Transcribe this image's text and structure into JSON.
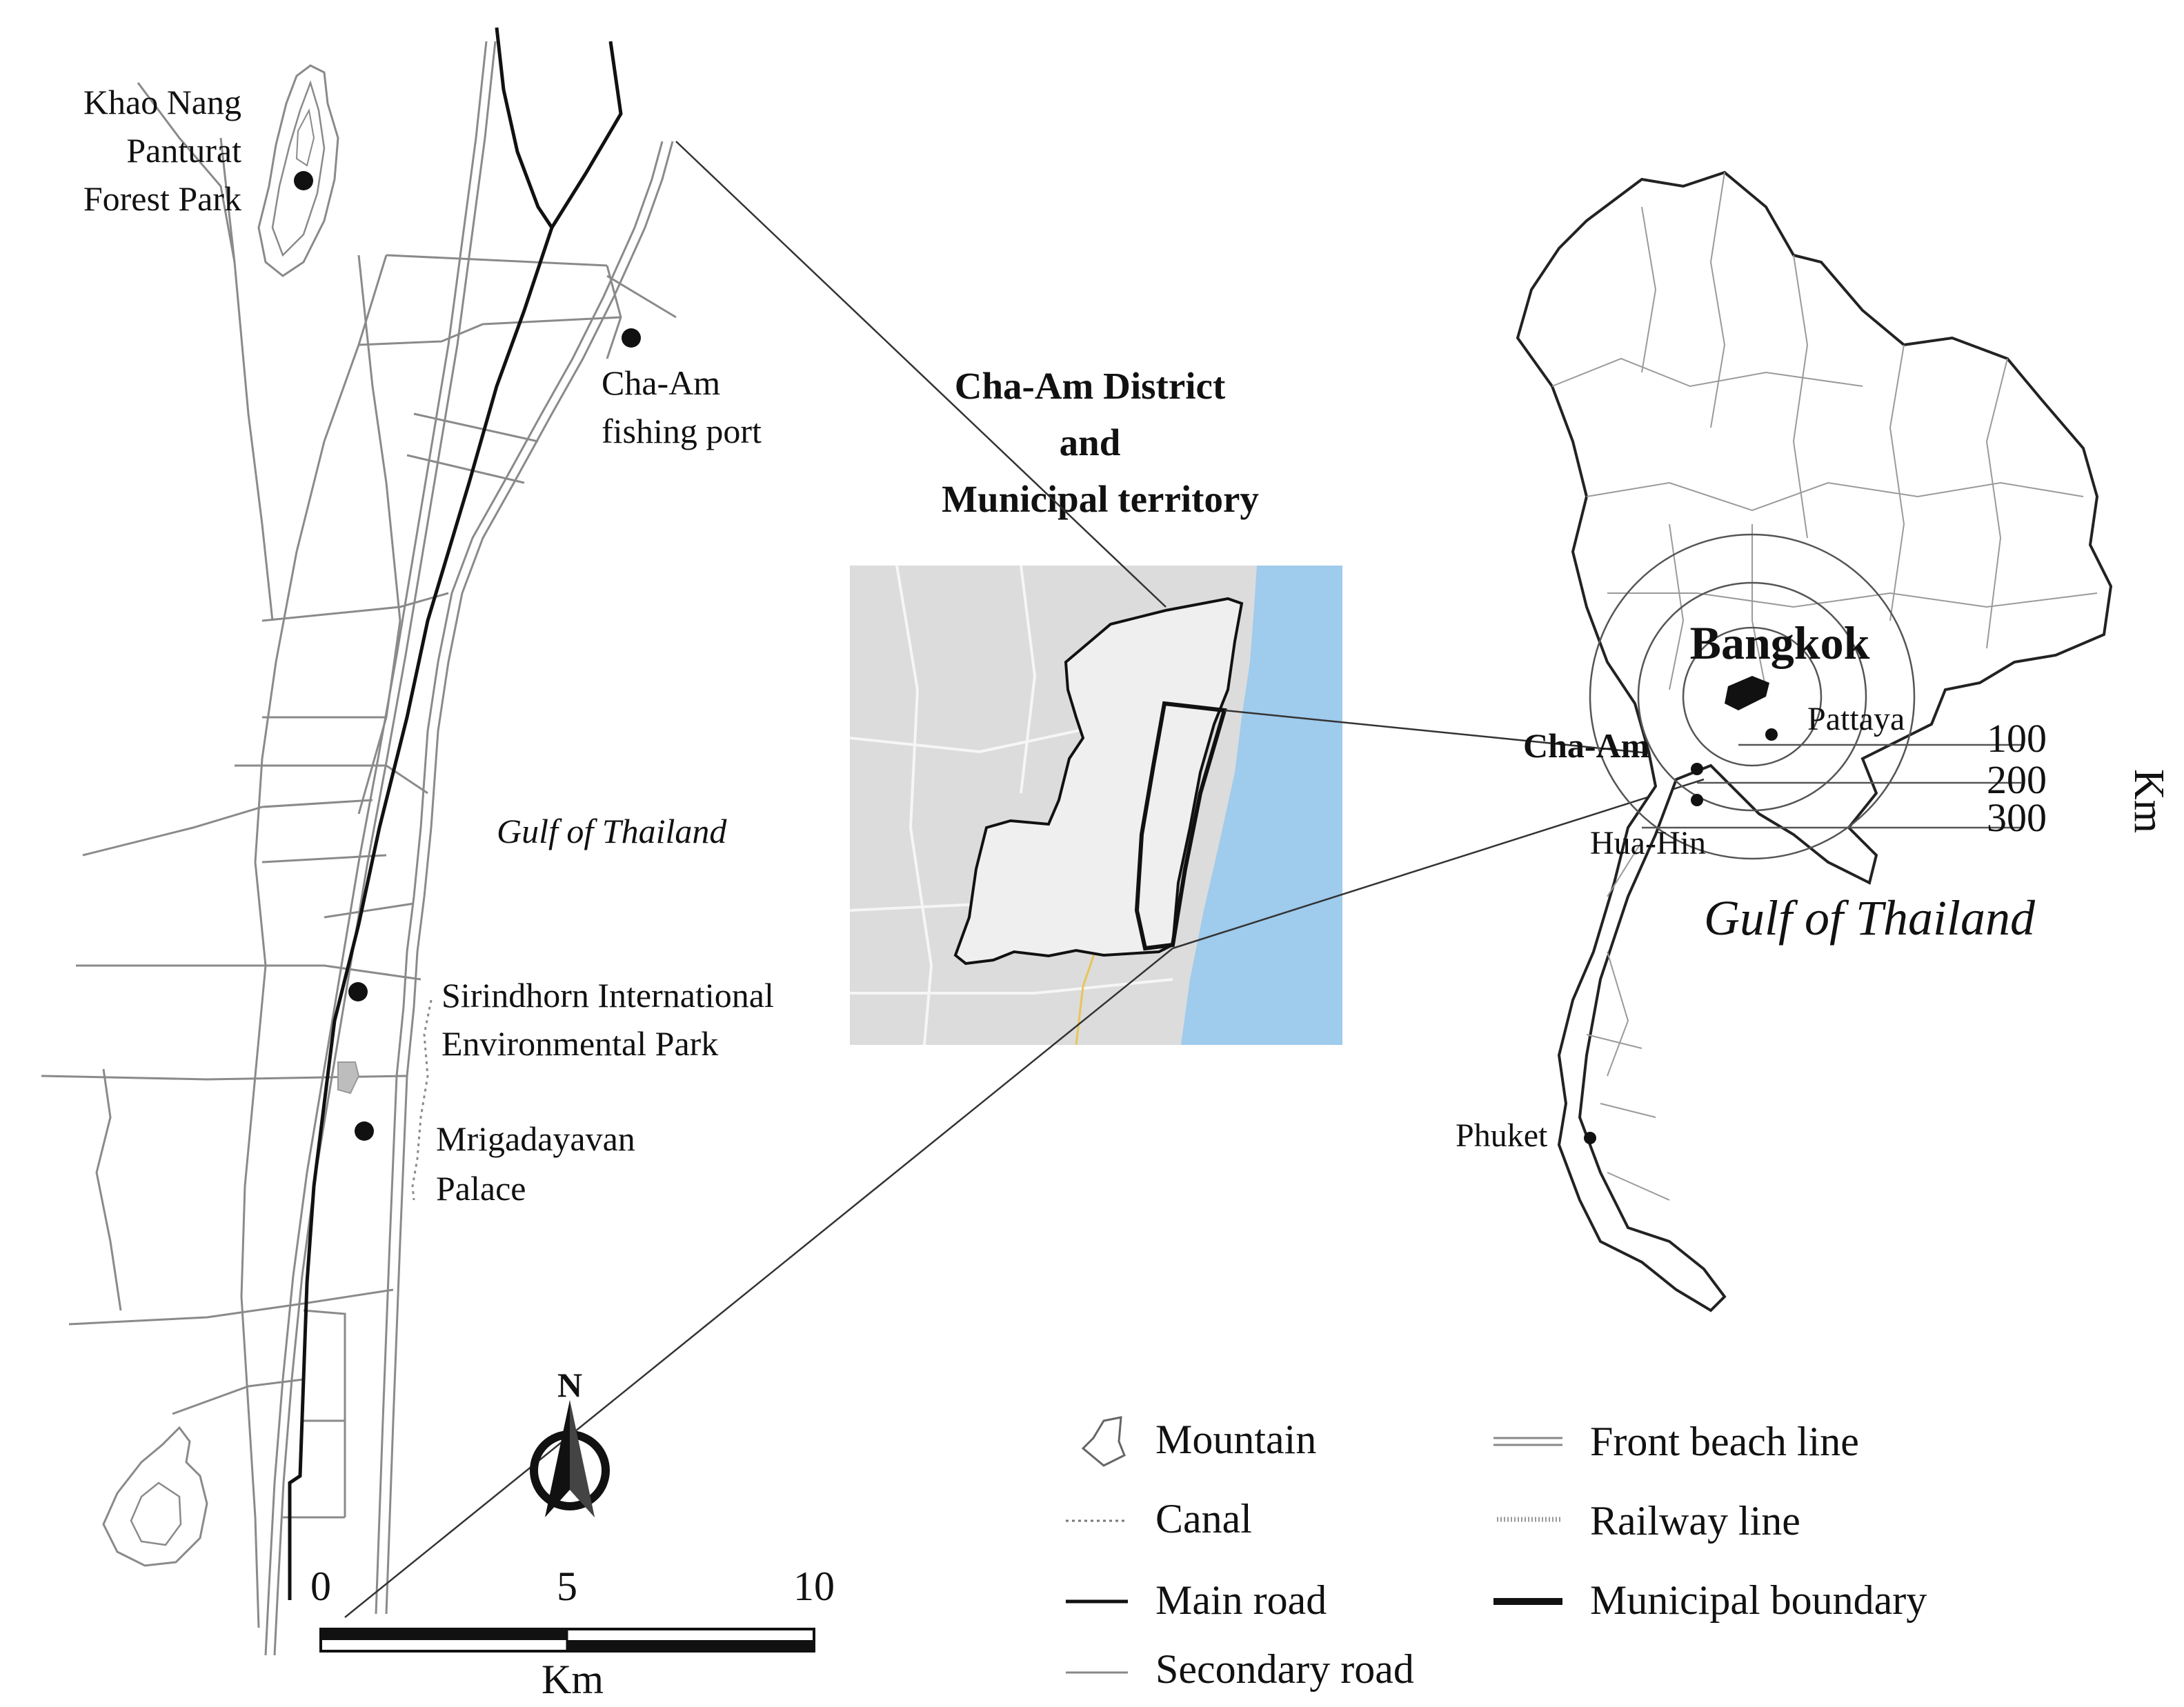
{
  "title": {
    "line1": "Cha-Am District",
    "line2": "and",
    "line3": "Municipal territory"
  },
  "places": {
    "khao_nang": [
      "Khao Nang",
      "Panturat",
      "Forest Park"
    ],
    "fishing_port": [
      "Cha-Am",
      "fishing port"
    ],
    "sirindhorn": [
      "Sirindhorn International",
      "Environmental Park"
    ],
    "mrigadayavan": [
      "Mrigadayavan",
      "Palace"
    ],
    "gulf_local": "Gulf of Thailand"
  },
  "thailand_map": {
    "bangkok": "Bangkok",
    "cha_am": "Cha-Am",
    "pattaya": "Pattaya",
    "hua_hin": "Hua-Hin",
    "phuket": "Phuket",
    "gulf": "Gulf of Thailand",
    "rings": [
      "100",
      "200",
      "300"
    ],
    "ring_unit": "Km"
  },
  "compass": {
    "north": "N"
  },
  "scale_bar": {
    "ticks": [
      "0",
      "5",
      "10"
    ],
    "unit": "Km"
  },
  "legend": {
    "mountain": "Mountain",
    "canal": "Canal",
    "main_road": "Main road",
    "secondary_road": "Secondary road",
    "front_beach": "Front beach line",
    "railway": "Railway line",
    "municipal": "Municipal boundary"
  },
  "colors": {
    "sea": "#9fcbec",
    "land_inset": "#dcdcdc",
    "district_fill": "#efefef",
    "ink": "#111111",
    "gray_line": "#8a8a8a"
  }
}
